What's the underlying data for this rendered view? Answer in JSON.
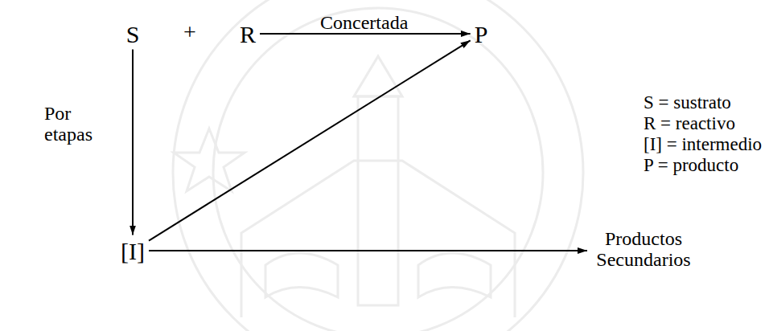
{
  "diagram": {
    "nodes": [
      {
        "text": [
          "S"
        ]
      },
      {
        "text": [
          "R"
        ]
      },
      {
        "text": [
          "P"
        ]
      },
      {
        "text": [
          "[I]"
        ]
      },
      {
        "text": [
          "Productos Secundarios"
        ]
      }
    ],
    "edges": [
      {
        "from": 1,
        "to": 2,
        "arrow": "to",
        "label": "Concertada"
      },
      {
        "from": 0,
        "to": 3,
        "arrow": "to",
        "label": "Por etapas"
      },
      {
        "from": 3,
        "to": 2,
        "arrow": "to"
      },
      {
        "from": 3,
        "to": 4,
        "arrow": "to"
      }
    ],
    "labels": [
      "+",
      "S = sustrato",
      "R = reactivo",
      "[I] = intermedio",
      "P = producto"
    ]
  }
}
